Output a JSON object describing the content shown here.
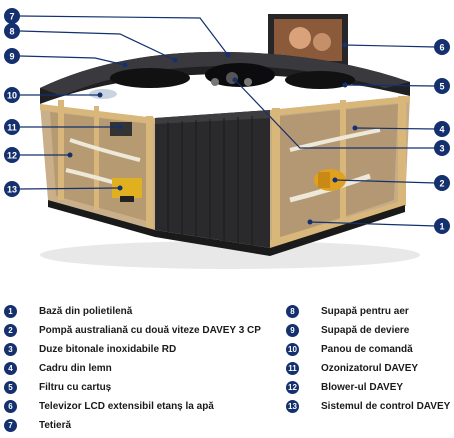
{
  "legend": {
    "items": [
      {
        "num": "1",
        "label": "Bază din polietilenă"
      },
      {
        "num": "2",
        "label": "Pompă australiană cu două viteze DAVEY 3 CP"
      },
      {
        "num": "3",
        "label": "Duze bitonale inoxidabile RD"
      },
      {
        "num": "4",
        "label": "Cadru din lemn"
      },
      {
        "num": "5",
        "label": "Filtru cu cartuș"
      },
      {
        "num": "6",
        "label": "Televizor LCD extensibil etanș la apă"
      },
      {
        "num": "7",
        "label": "Tetieră"
      },
      {
        "num": "8",
        "label": "Supapă pentru aer"
      },
      {
        "num": "9",
        "label": "Supapă de deviere"
      },
      {
        "num": "10",
        "label": "Panou de comandă"
      },
      {
        "num": "11",
        "label": "Ozonizatorul DAVEY"
      },
      {
        "num": "12",
        "label": "Blower-ul DAVEY"
      },
      {
        "num": "13",
        "label": "Sistemul de control DAVEY"
      }
    ]
  },
  "colors": {
    "badge": "#14306e",
    "shell": "#1b1b1d",
    "wood": "#d9b77a",
    "panel": "#2a2a2c"
  }
}
